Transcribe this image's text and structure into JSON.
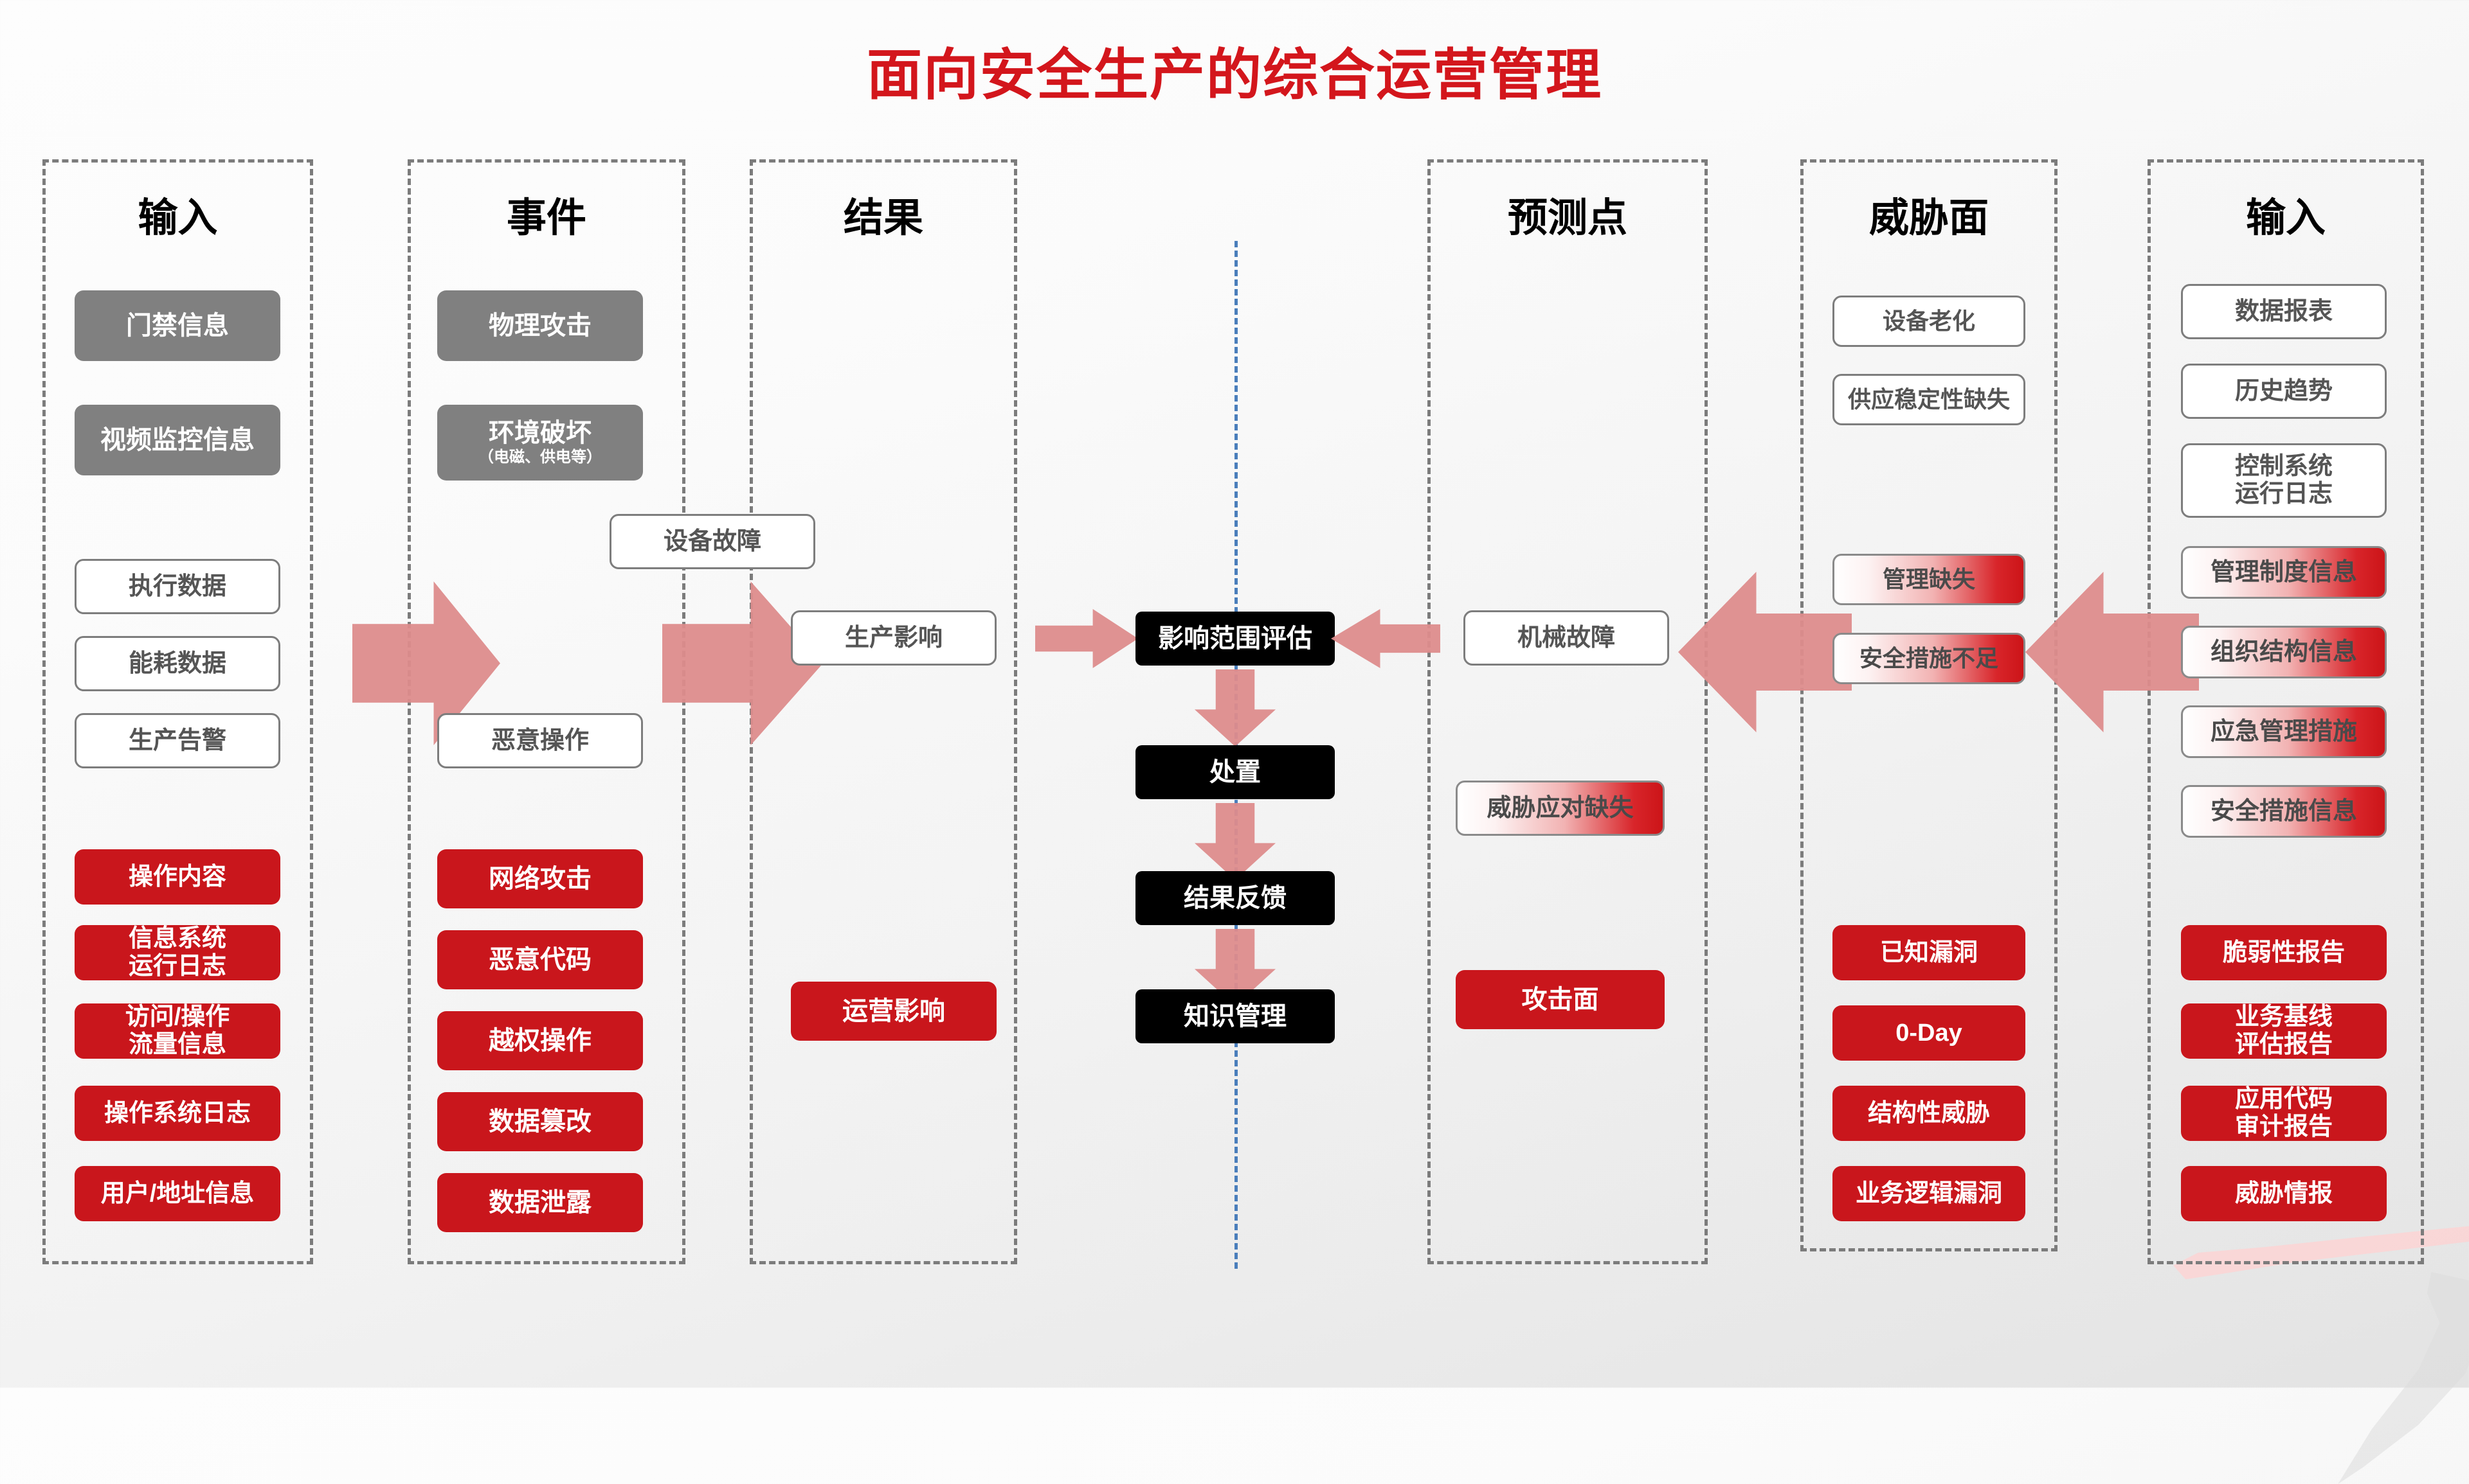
{
  "title": "面向安全生产的综合运营管理",
  "colors": {
    "title_red": "#d3161c",
    "node_red": "#c9161c",
    "node_gray": "#808080",
    "arrow_salmon": "#dd8c8c",
    "lane_border": "#7c7c7c",
    "center_line_blue": "#4a7ebb"
  },
  "lanes": [
    {
      "id": "input-left",
      "title": "输入"
    },
    {
      "id": "event",
      "title": "事件"
    },
    {
      "id": "result",
      "title": "结果"
    },
    {
      "id": "predict",
      "title": "预测点"
    },
    {
      "id": "threat",
      "title": "威胁面"
    },
    {
      "id": "input-right",
      "title": "输入"
    }
  ],
  "nodes": {
    "input_left": {
      "gray": [
        "门禁信息",
        "视频监控信息"
      ],
      "white": [
        "执行数据",
        "能耗数据",
        "生产告警"
      ],
      "red": [
        "操作内容",
        "信息系统\n运行日志",
        "访问/操作\n流量信息",
        "操作系统日志",
        "用户/地址信息"
      ]
    },
    "event": {
      "gray": [
        "物理攻击",
        "环境破坏"
      ],
      "gray_sub": "（电磁、供电等）",
      "white": [
        "恶意操作"
      ],
      "red": [
        "网络攻击",
        "恶意代码",
        "越权操作",
        "数据篡改",
        "数据泄露"
      ]
    },
    "bridge": {
      "white": [
        "设备故障"
      ]
    },
    "result": {
      "white": [
        "生产影响"
      ],
      "red": [
        "运营影响"
      ]
    },
    "center": {
      "steps": [
        "影响范围评估",
        "处置",
        "结果反馈",
        "知识管理"
      ]
    },
    "predict": {
      "white": [
        "机械故障"
      ],
      "gradient": [
        "威胁应对缺失"
      ],
      "red": [
        "攻击面"
      ]
    },
    "threat": {
      "white": [
        "设备老化",
        "供应稳定性缺失"
      ],
      "gradient": [
        "管理缺失",
        "安全措施不足"
      ],
      "red": [
        "已知漏洞",
        "0-Day",
        "结构性威胁",
        "业务逻辑漏洞"
      ]
    },
    "input_right": {
      "white": [
        "数据报表",
        "历史趋势",
        "控制系统\n运行日志"
      ],
      "gradient": [
        "管理制度信息",
        "组织结构信息",
        "应急管理措施",
        "安全措施信息"
      ],
      "red": [
        "脆弱性报告",
        "业务基线\n评估报告",
        "应用代码\n审计报告",
        "威胁情报"
      ]
    }
  }
}
